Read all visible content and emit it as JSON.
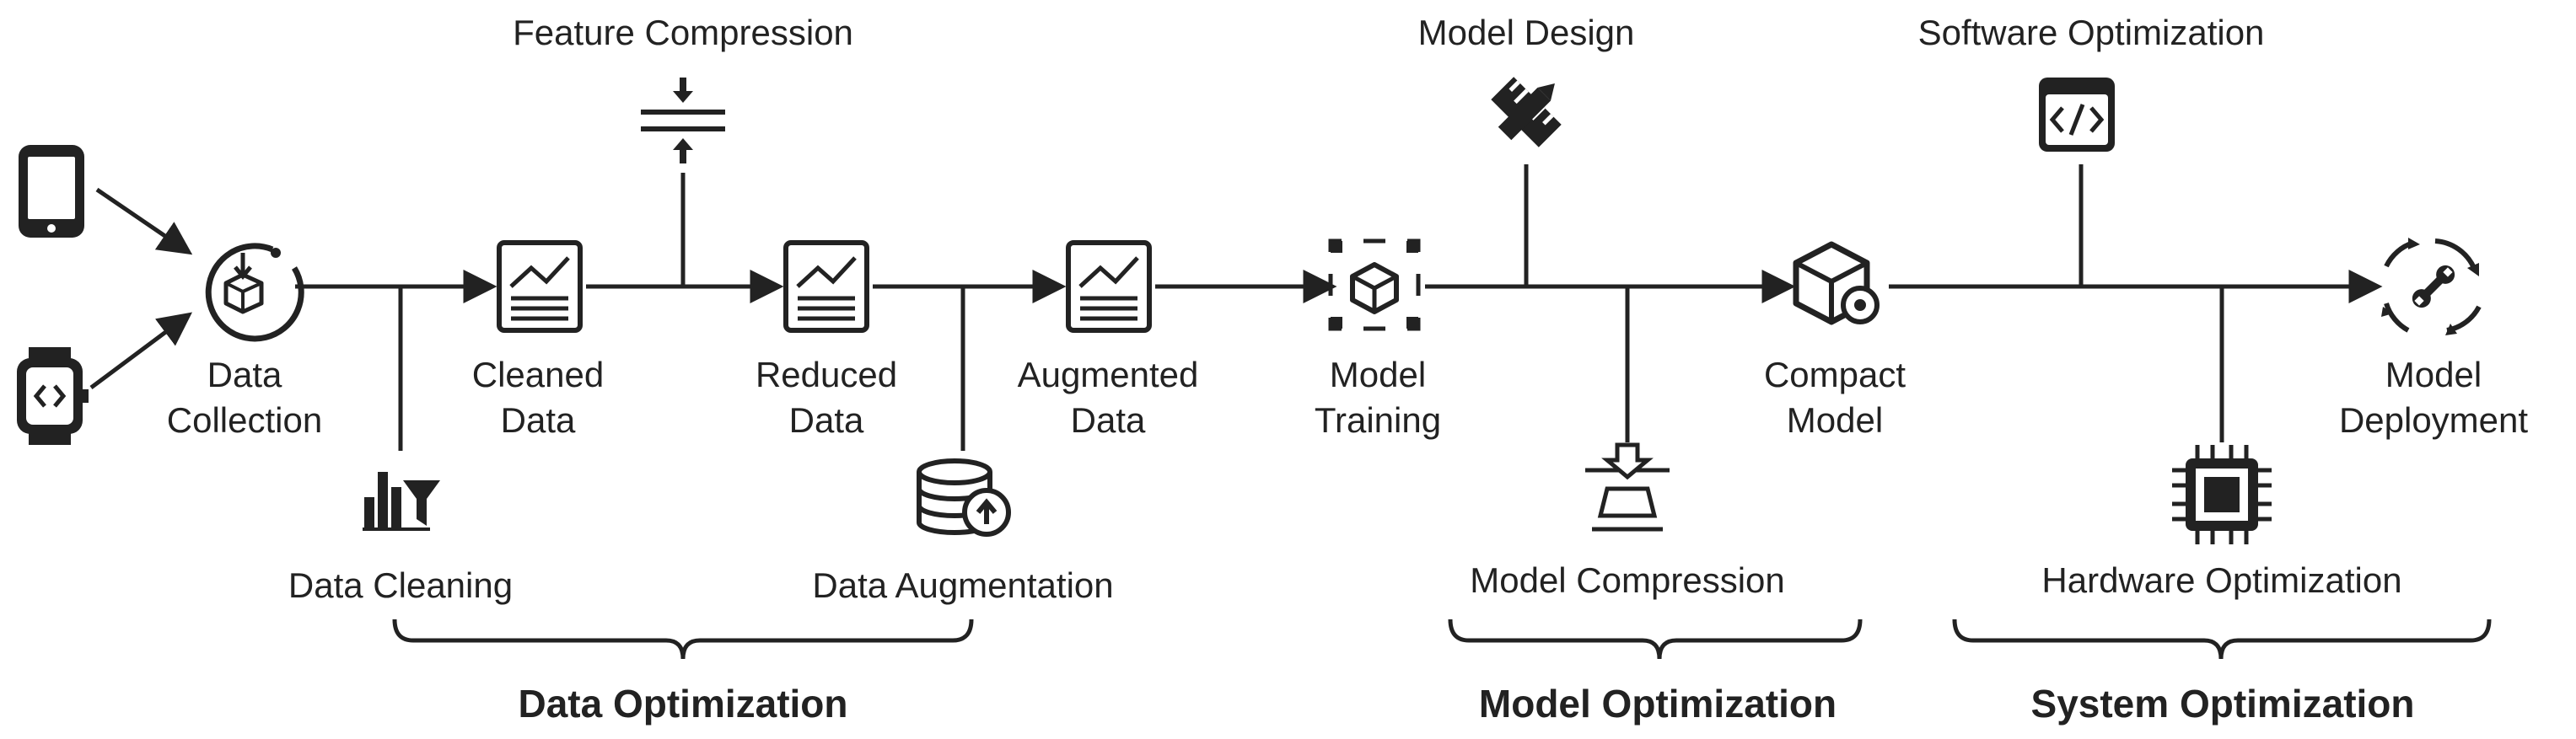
{
  "nodes": {
    "data_collection": {
      "line1": "Data",
      "line2": "Collection"
    },
    "cleaned_data": {
      "line1": "Cleaned",
      "line2": "Data"
    },
    "reduced_data": {
      "line1": "Reduced",
      "line2": "Data"
    },
    "augmented_data": {
      "line1": "Augmented",
      "line2": "Data"
    },
    "model_training": {
      "line1": "Model",
      "line2": "Training"
    },
    "compact_model": {
      "line1": "Compact",
      "line2": "Model"
    },
    "model_deployment": {
      "line1": "Model",
      "line2": "Deployment"
    }
  },
  "techniques": {
    "feature_compression": "Feature Compression",
    "data_cleaning": "Data Cleaning",
    "data_augmentation": "Data Augmentation",
    "model_design": "Model Design",
    "model_compression": "Model Compression",
    "software_optimization": "Software Optimization",
    "hardware_optimization": "Hardware Optimization"
  },
  "groups": {
    "data_optimization": "Data Optimization",
    "model_optimization": "Model Optimization",
    "system_optimization": "System Optimization"
  },
  "icons": {
    "phone": "smartphone-icon",
    "watch": "smartwatch-icon",
    "collection": "data-collection-icon",
    "document": "chart-document-icon",
    "feature_compression": "compress-arrows-icon",
    "cleaning": "filter-chart-icon",
    "augmentation": "database-upload-icon",
    "training": "cube-training-icon",
    "design": "ruler-pencil-icon",
    "compression": "press-compress-icon",
    "compact": "cube-gear-icon",
    "software": "code-window-icon",
    "hardware": "chip-icon",
    "deployment": "wrench-cycle-icon"
  },
  "colors": {
    "ink": "#222222",
    "background": "#ffffff"
  }
}
